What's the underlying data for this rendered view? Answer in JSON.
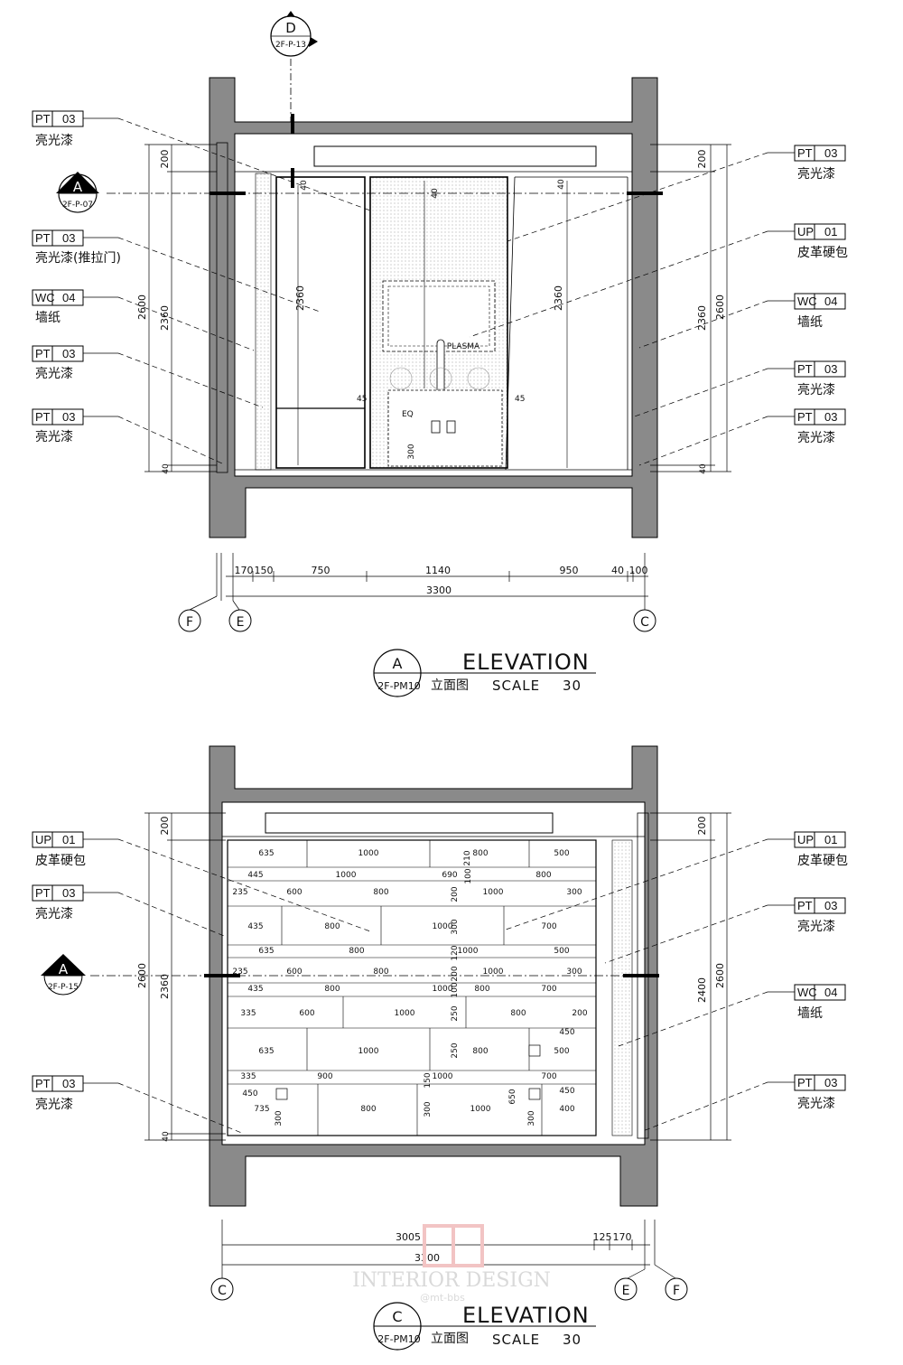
{
  "elevation_a": {
    "section_mark_top": {
      "letter": "D",
      "sheet": "2F-P-13"
    },
    "section_mark_side": {
      "letter": "A",
      "sheet": "2F-P-07"
    },
    "left_tags": [
      {
        "code": "PT",
        "num": "03",
        "label": "亮光漆"
      },
      {
        "code": "PT",
        "num": "03",
        "label": "亮光漆(推拉门)"
      },
      {
        "code": "WC",
        "num": "04",
        "label": "墙纸"
      },
      {
        "code": "PT",
        "num": "03",
        "label": "亮光漆"
      },
      {
        "code": "PT",
        "num": "03",
        "label": "亮光漆"
      }
    ],
    "right_tags": [
      {
        "code": "PT",
        "num": "03",
        "label": "亮光漆"
      },
      {
        "code": "UP",
        "num": "01",
        "label": "皮革硬包"
      },
      {
        "code": "WC",
        "num": "04",
        "label": "墙纸"
      },
      {
        "code": "PT",
        "num": "03",
        "label": "亮光漆"
      },
      {
        "code": "PT",
        "num": "03",
        "label": "亮光漆"
      }
    ],
    "vertical_dims_left": {
      "outer": "2600",
      "top": "200",
      "mid": "2360",
      "bottom": "40"
    },
    "vertical_dims_right": {
      "outer": "2600",
      "top": "200",
      "mid": "2360",
      "bottom": "40"
    },
    "inner_dims": {
      "door_height": "2360",
      "top_gap": "40",
      "panel_top": "40",
      "right_height": "2360",
      "right_top": "40",
      "side_a": "45",
      "side_b": "45",
      "eq": "EQ",
      "low": "300"
    },
    "plasma_label": "PLASMA",
    "horizontal_dims": [
      "170",
      "150",
      "750",
      "1140",
      "950",
      "40",
      "100"
    ],
    "overall_width": "3300",
    "grid_labels": [
      "F",
      "E",
      "C"
    ],
    "title": {
      "letter": "A",
      "sheet": "2F-PM10",
      "name": "ELEVATION",
      "cn": "立面图",
      "scale_label": "SCALE",
      "scale": "30"
    }
  },
  "elevation_c": {
    "section_mark_side": {
      "letter": "A",
      "sheet": "2F-P-15"
    },
    "left_tags": [
      {
        "code": "UP",
        "num": "01",
        "label": "皮革硬包"
      },
      {
        "code": "PT",
        "num": "03",
        "label": "亮光漆"
      },
      {
        "code": "PT",
        "num": "03",
        "label": "亮光漆"
      }
    ],
    "right_tags": [
      {
        "code": "UP",
        "num": "01",
        "label": "皮革硬包"
      },
      {
        "code": "PT",
        "num": "03",
        "label": "亮光漆"
      },
      {
        "code": "WC",
        "num": "04",
        "label": "墙纸"
      },
      {
        "code": "PT",
        "num": "03",
        "label": "亮光漆"
      }
    ],
    "vertical_dims_left": {
      "outer": "2600",
      "top": "200",
      "mid": "2360",
      "bottom": "40"
    },
    "vertical_dims_right": {
      "outer": "2600",
      "top": "200",
      "mid": "2400"
    },
    "panel_rows": [
      [
        "635",
        "1000",
        "210",
        "800",
        "500"
      ],
      [
        "445",
        "1000",
        "690",
        "100",
        "800"
      ],
      [
        "235",
        "600",
        "800",
        "200",
        "1000",
        "300"
      ],
      [
        "435",
        "800",
        "1000",
        "300",
        "700"
      ],
      [
        "635",
        "800",
        "120",
        "1000",
        "500"
      ],
      [
        "235",
        "600",
        "800",
        "200",
        "1000",
        "300"
      ],
      [
        "435",
        "800",
        "1000",
        "100",
        "800",
        "700"
      ],
      [
        "335",
        "600",
        "1000",
        "250",
        "800",
        "200"
      ],
      [
        "635",
        "1000",
        "250",
        "800",
        "450",
        "500"
      ],
      [
        "335",
        "900",
        "150",
        "1000",
        "700"
      ],
      [
        "450",
        "735",
        "300",
        "800",
        "300",
        "1000",
        "650",
        "300",
        "450",
        "400"
      ]
    ],
    "horizontal_dims": [
      "3005",
      "125",
      "170"
    ],
    "overall_width": "3300",
    "grid_labels": [
      "C",
      "E",
      "F"
    ],
    "title": {
      "letter": "C",
      "sheet": "2F-PM10",
      "name": "ELEVATION",
      "cn": "立面图",
      "scale_label": "SCALE",
      "scale": "30"
    }
  },
  "watermark": {
    "line1": "INTERIOR DESIGN",
    "line2": "@mt-bbs"
  }
}
